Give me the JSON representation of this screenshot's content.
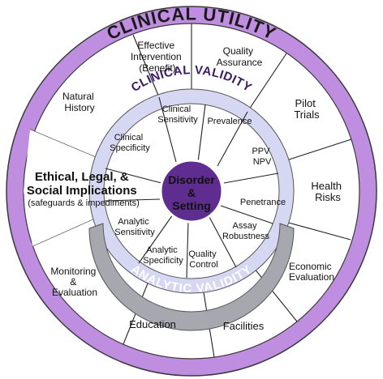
{
  "colors": {
    "outer_ring": "#c08ee0",
    "outer_ring_stroke": "#3a3a3a",
    "middle_ring": "#d6d7f2",
    "inner_ring_analytic": "#a7a7b0",
    "center_disc": "#5f2d90",
    "text_dark": "#111111",
    "text_light": "#ffffff",
    "outer_title_color": "#1a1a1a",
    "clinical_validity_color": "#3b1b66"
  },
  "rings": {
    "clinical_utility": "CLINICAL UTILITY",
    "clinical_validity": "CLINICAL VALIDITY",
    "analytic_validity": "ANALYTIC VALIDITY"
  },
  "center": {
    "line1": "Disorder",
    "line2": "&",
    "line3": "Setting"
  },
  "outer_segments": {
    "effective_intervention": [
      "Effective",
      "Intervention",
      "(Benefit)"
    ],
    "quality_assurance": [
      "Quality",
      "Assurance"
    ],
    "pilot_trials": [
      "Pilot",
      "Trials"
    ],
    "health_risks": [
      "Health",
      "Risks"
    ],
    "economic_evaluation": [
      "Economic",
      "Evaluation"
    ],
    "facilities": [
      "Facilities"
    ],
    "education": [
      "Education"
    ],
    "monitoring_evaluation": [
      "Monitoring",
      "&",
      "Evaluation"
    ],
    "natural_history": [
      "Natural",
      "History"
    ]
  },
  "elsi": {
    "line1": "Ethical, Legal, &",
    "line2": "Social Implications",
    "line3": "(safeguards & impediments)"
  },
  "inner_segments": {
    "clinical_sensitivity": [
      "Clinical",
      "Sensitivity"
    ],
    "prevalence": [
      "Prevalence"
    ],
    "ppv_npv": [
      "PPV",
      "NPV"
    ],
    "penetrance": [
      "Penetrance"
    ],
    "assay_robustness": [
      "Assay",
      "Robustness"
    ],
    "quality_control": [
      "Quality",
      "Control"
    ],
    "analytic_specificity": [
      "Analytic",
      "Specificity"
    ],
    "analytic_sensitivity": [
      "Analytic",
      "Sensitivity"
    ],
    "clinical_specificity": [
      "Clinical",
      "Specificity"
    ]
  }
}
